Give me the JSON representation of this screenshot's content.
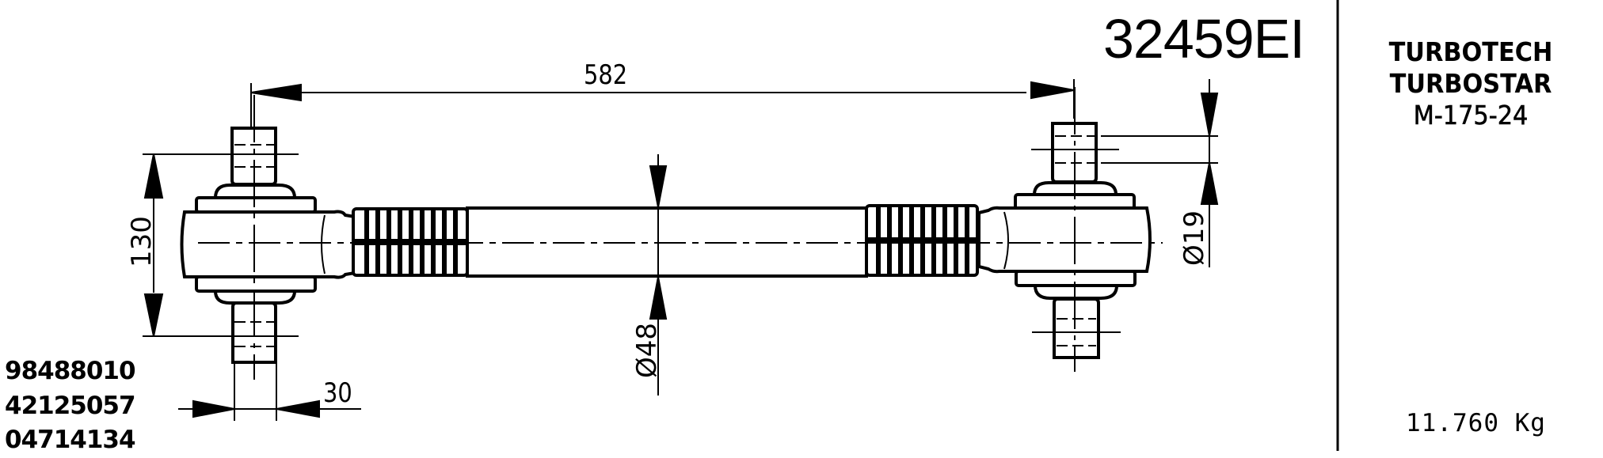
{
  "title_block": {
    "reference_code": "32459EI",
    "brand_lines": [
      "TURBOTECH",
      "TURBOSTAR",
      "M-175-24"
    ],
    "weight": "11.760 Kg"
  },
  "cross_references": [
    "98488010",
    "42125057",
    "04714134"
  ],
  "dimensions": {
    "overall_length": "582",
    "eye_height": "130",
    "pin_width": "30",
    "tube_diameter": "Ø48",
    "pin_diameter": "Ø19"
  },
  "colors": {
    "line": "#000000",
    "background": "#ffffff"
  }
}
